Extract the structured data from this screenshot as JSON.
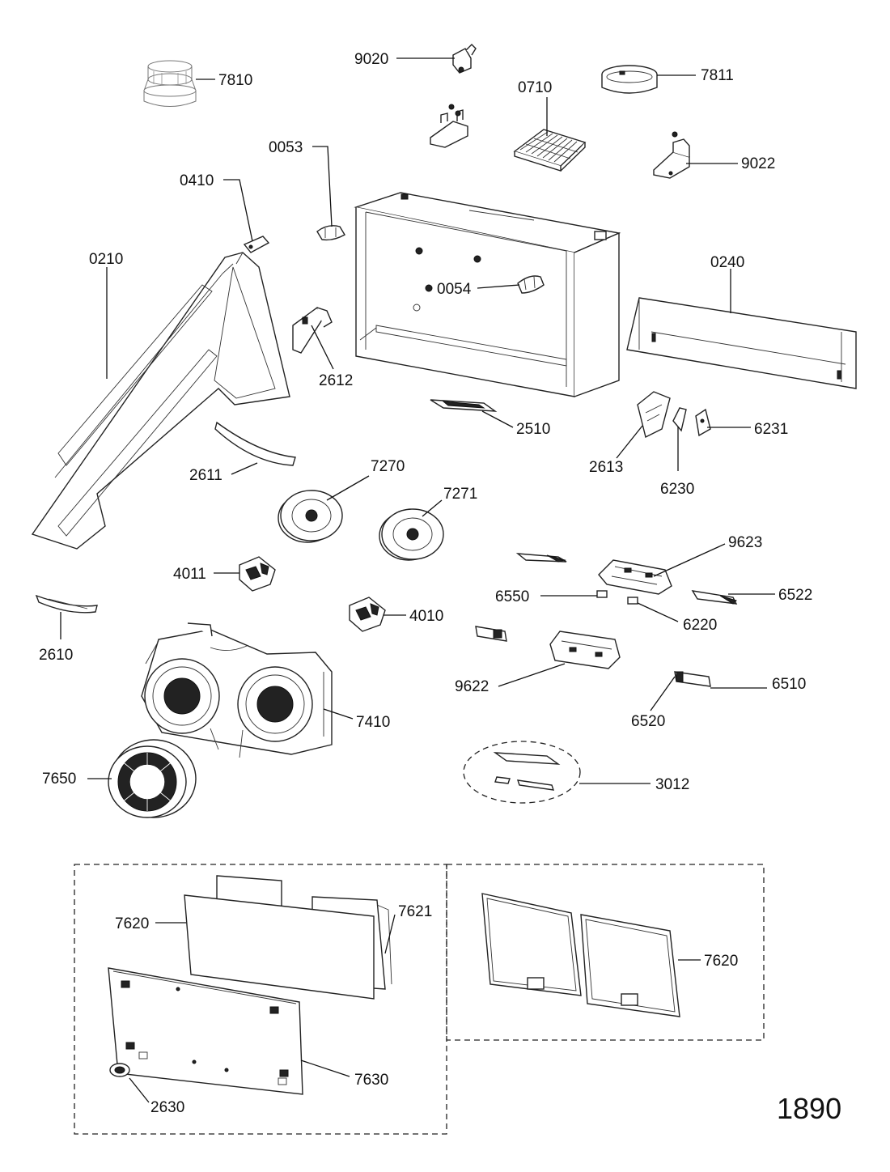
{
  "labels": {
    "p9020": "9020",
    "p7810": "7810",
    "p7811": "7811",
    "p0710": "0710",
    "p0053": "0053",
    "p9022": "9022",
    "p0410": "0410",
    "p0210": "0210",
    "p0240": "0240",
    "p0054": "0054",
    "p2612": "2612",
    "p2510": "2510",
    "p6231": "6231",
    "p2613": "2613",
    "p6230": "6230",
    "p2611": "2611",
    "p7270": "7270",
    "p7271": "7271",
    "p9623": "9623",
    "p4011": "4011",
    "p6550": "6550",
    "p6522": "6522",
    "p6220": "6220",
    "p4010": "4010",
    "p2610": "2610",
    "p9622": "9622",
    "p6510": "6510",
    "p6520": "6520",
    "p7410": "7410",
    "p7650": "7650",
    "p3012": "3012",
    "p7620a": "7620",
    "p7621": "7621",
    "p7620b": "7620",
    "p7630": "7630",
    "p2630": "2630"
  },
  "diagram_id": "1890"
}
